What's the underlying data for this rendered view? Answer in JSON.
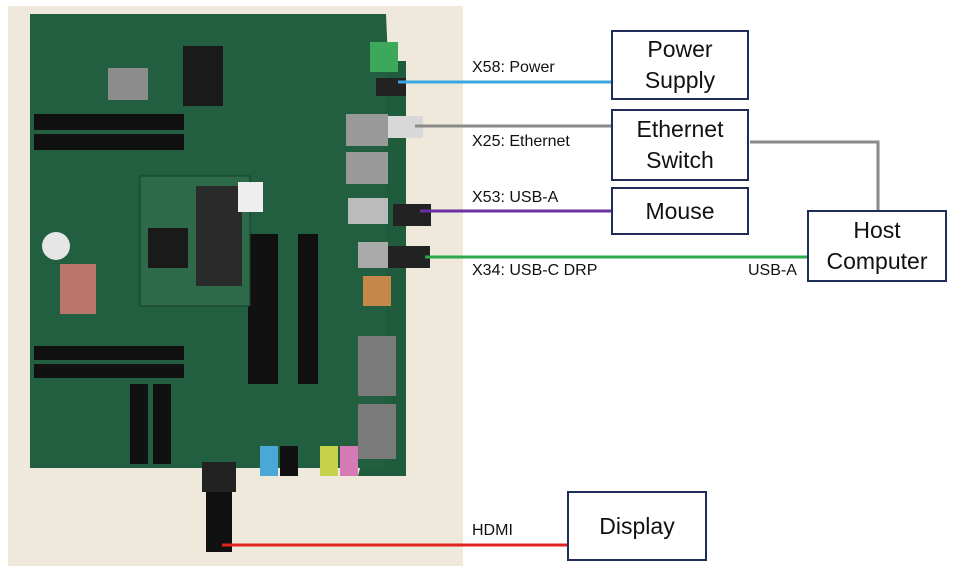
{
  "connections": [
    {
      "id": "power",
      "label": "X58: Power",
      "color": "#3aa7e0"
    },
    {
      "id": "ethernet",
      "label": "X25: Ethernet",
      "color": "#8a8a8a"
    },
    {
      "id": "mouse",
      "label": "X53: USB-A",
      "color": "#6a2fa0"
    },
    {
      "id": "usbc",
      "label": "X34: USB-C DRP",
      "color": "#2ea84a"
    },
    {
      "id": "hdmi",
      "label": "HDMI",
      "color": "#e0231f"
    }
  ],
  "host_port_label": "USB-A",
  "boxes": {
    "power_supply": "Power\nSupply",
    "ethernet_switch": "Ethernet\nSwitch",
    "mouse": "Mouse",
    "host_computer": "Host\nComputer",
    "display": "Display"
  },
  "colors": {
    "box_border": "#1f2d5a",
    "board": "#1e5a3c",
    "board_surface": "#efe9dc"
  }
}
